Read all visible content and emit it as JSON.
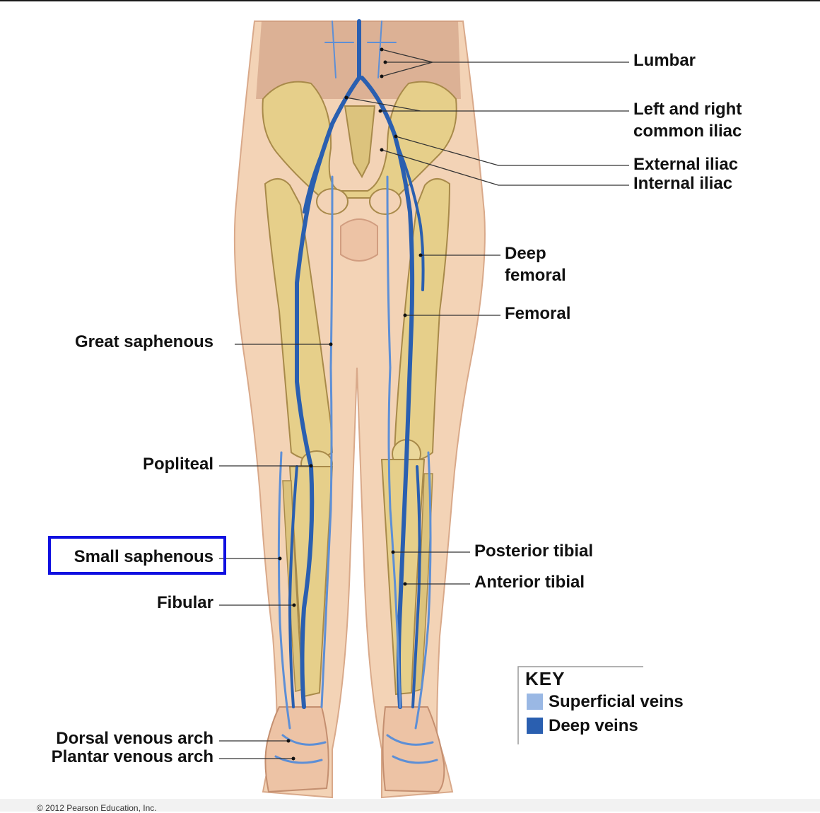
{
  "labels": {
    "lumbar": "Lumbar",
    "common_iliac_1": "Left and right",
    "common_iliac_2": "common iliac",
    "external_iliac": "External iliac",
    "internal_iliac": "Internal iliac",
    "deep_femoral_1": "Deep",
    "deep_femoral_2": "femoral",
    "femoral": "Femoral",
    "great_saphenous": "Great saphenous",
    "popliteal": "Popliteal",
    "small_saphenous": "Small saphenous",
    "fibular": "Fibular",
    "posterior_tibial": "Posterior tibial",
    "anterior_tibial": "Anterior tibial",
    "dorsal_venous_arch": "Dorsal venous arch",
    "plantar_venous_arch": "Plantar venous arch"
  },
  "key": {
    "title": "KEY",
    "superficial": "Superficial veins",
    "deep": "Deep veins"
  },
  "colors": {
    "superficial_vein": "#9ab8e4",
    "deep_vein": "#2a5fb0",
    "highlight": "#1010e0",
    "skin": "#f3d3b6",
    "bone": "#e6cf8a"
  },
  "copyright": "© 2012 Pearson Education, Inc."
}
